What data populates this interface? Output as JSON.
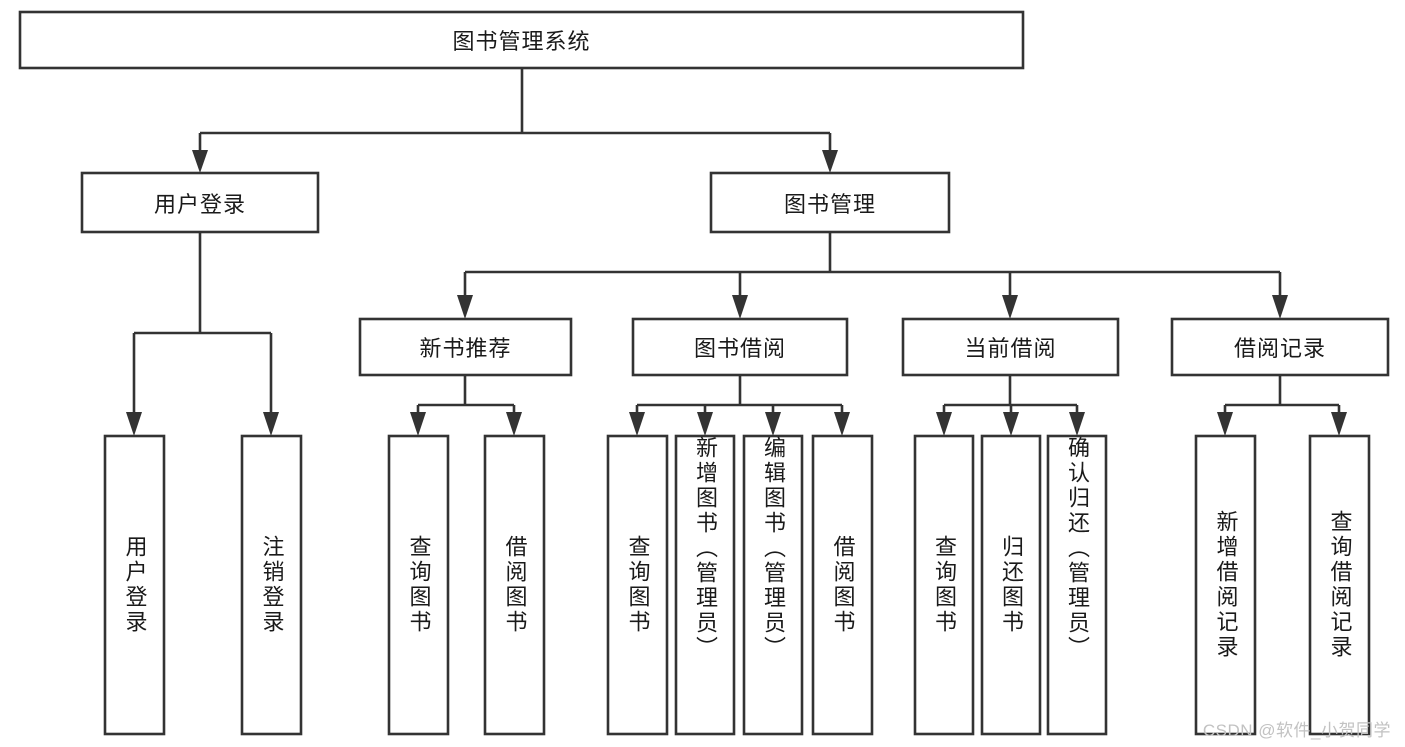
{
  "diagram": {
    "title": "图书管理系统",
    "type": "tree-hierarchy",
    "watermark": "CSDN @软件_小贺同学",
    "colors": {
      "box_stroke": "#333333",
      "box_fill": "#ffffff",
      "text": "#1a1a1a",
      "background": "#ffffff",
      "watermark": "#c2c2c2"
    },
    "root": {
      "label": "图书管理系统"
    },
    "level2": [
      {
        "id": "user-login",
        "label": "用户登录"
      },
      {
        "id": "book-manage",
        "label": "图书管理"
      }
    ],
    "level3": [
      {
        "id": "new-book-recommend",
        "label": "新书推荐",
        "parent": "book-manage"
      },
      {
        "id": "book-borrow",
        "label": "图书借阅",
        "parent": "book-manage"
      },
      {
        "id": "current-borrow",
        "label": "当前借阅",
        "parent": "book-manage"
      },
      {
        "id": "borrow-record",
        "label": "借阅记录",
        "parent": "book-manage"
      }
    ],
    "leaves": [
      {
        "id": "leaf-user-login",
        "label": "用户登录",
        "parent": "user-login"
      },
      {
        "id": "leaf-logout-login",
        "label": "注销登录",
        "parent": "user-login"
      },
      {
        "id": "leaf-query-book-1",
        "label": "查询图书",
        "parent": "new-book-recommend"
      },
      {
        "id": "leaf-borrow-book-1",
        "label": "借阅图书",
        "parent": "new-book-recommend"
      },
      {
        "id": "leaf-query-book-2",
        "label": "查询图书",
        "parent": "book-borrow"
      },
      {
        "id": "leaf-add-book",
        "label": "新增图书（管理员）",
        "parent": "book-borrow"
      },
      {
        "id": "leaf-edit-book",
        "label": "编辑图书（管理员）",
        "parent": "book-borrow"
      },
      {
        "id": "leaf-borrow-book-2",
        "label": "借阅图书",
        "parent": "book-borrow"
      },
      {
        "id": "leaf-query-book-3",
        "label": "查询图书",
        "parent": "current-borrow"
      },
      {
        "id": "leaf-return-book",
        "label": "归还图书",
        "parent": "current-borrow"
      },
      {
        "id": "leaf-confirm-return",
        "label": "确认归还（管理员）",
        "parent": "current-borrow"
      },
      {
        "id": "leaf-add-record",
        "label": "新增借阅记录",
        "parent": "borrow-record"
      },
      {
        "id": "leaf-query-record",
        "label": "查询借阅记录",
        "parent": "borrow-record"
      }
    ]
  }
}
